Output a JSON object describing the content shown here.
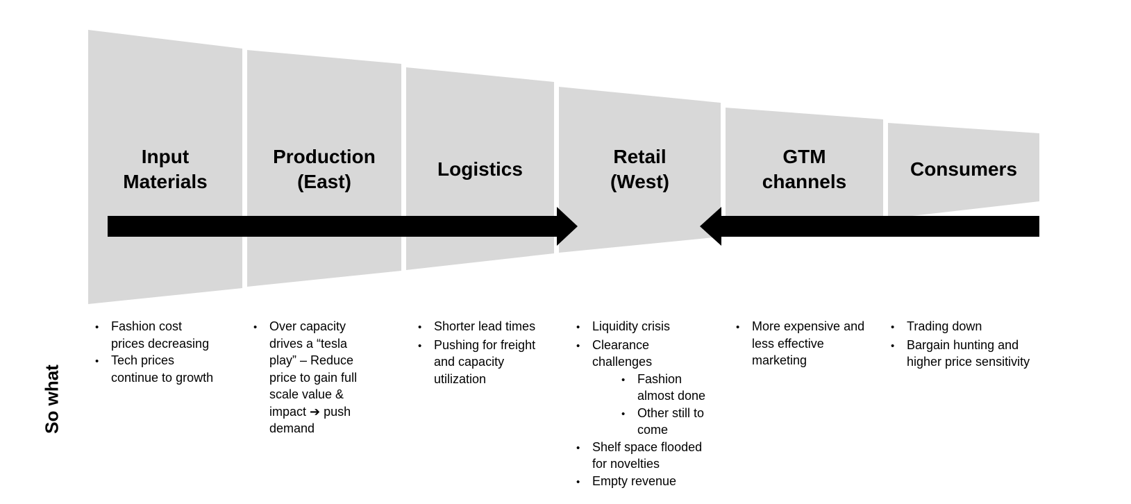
{
  "side_label": "So what",
  "colors": {
    "segment_fill": "#d8d8d8",
    "arrow": "#000000",
    "text": "#000000",
    "background": "#ffffff"
  },
  "funnel": {
    "segments": [
      {
        "id": "input-materials",
        "label": [
          "Input",
          "Materials"
        ],
        "bullets": [
          {
            "level": 1,
            "text": "Fashion cost prices decreasing"
          },
          {
            "level": 1,
            "text": "Tech prices continue to growth"
          }
        ]
      },
      {
        "id": "production-east",
        "label": [
          "Production",
          "(East)"
        ],
        "bullets": [
          {
            "level": 1,
            "text": "Over capacity drives a “tesla play” – Reduce price to gain full scale value & impact ➔ push demand"
          }
        ]
      },
      {
        "id": "logistics",
        "label": [
          "Logistics"
        ],
        "bullets": [
          {
            "level": 1,
            "text": "Shorter lead times"
          },
          {
            "level": 1,
            "text": "Pushing for freight and capacity utilization"
          }
        ]
      },
      {
        "id": "retail-west",
        "label": [
          "Retail",
          "(West)"
        ],
        "bullets": [
          {
            "level": 1,
            "text": "Liquidity crisis"
          },
          {
            "level": 1,
            "text": "Clearance challenges"
          },
          {
            "level": 2,
            "text": "Fashion almost done"
          },
          {
            "level": 2,
            "text": "Other still to come"
          },
          {
            "level": 1,
            "text": "Shelf space flooded for novelties"
          },
          {
            "level": 1,
            "text": "Empty revenue"
          }
        ]
      },
      {
        "id": "gtm-channels",
        "label": [
          "GTM",
          "channels"
        ],
        "bullets": [
          {
            "level": 1,
            "text": "More expensive and less effective marketing"
          }
        ]
      },
      {
        "id": "consumers",
        "label": [
          "Consumers"
        ],
        "bullets": [
          {
            "level": 1,
            "text": "Trading down"
          },
          {
            "level": 1,
            "text": "Bargain hunting and higher price sensitivity"
          }
        ]
      }
    ]
  },
  "arrows": {
    "push": {
      "direction": "right"
    },
    "pull": {
      "direction": "left"
    }
  }
}
